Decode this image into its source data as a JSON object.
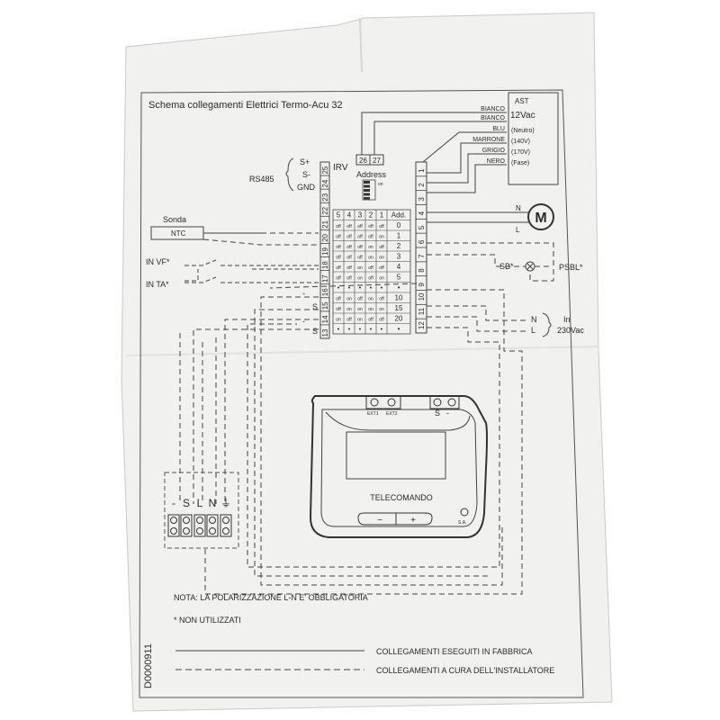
{
  "title": "Schema collegamenti Elettrici Termo-Acu 32",
  "doc_code": "D0000911",
  "ast": {
    "label": "AST",
    "wires": [
      {
        "name": "BIANCO",
        "spec": "12Vac"
      },
      {
        "name": "BIANCO",
        "spec": ""
      },
      {
        "name": "BLU",
        "spec": "(Neutro)"
      },
      {
        "name": "MARRONE",
        "spec": "(140V)"
      },
      {
        "name": "GRIGIO",
        "spec": "(170V)"
      },
      {
        "name": "NERO",
        "spec": "(Fase)"
      }
    ]
  },
  "rs485": {
    "label": "RS485",
    "lines": [
      "S+",
      "S-",
      "GND"
    ],
    "irv": "IRV"
  },
  "terminals": {
    "top": [
      "26",
      "27"
    ],
    "left": [
      "25",
      "24",
      "23",
      "22",
      "21",
      "20",
      "19",
      "18",
      "17",
      "16",
      "15",
      "14",
      "13"
    ],
    "right": [
      "1",
      "2",
      "3",
      "4",
      "5",
      "6",
      "7",
      "8",
      "9",
      "10",
      "11",
      "12"
    ]
  },
  "address": {
    "label": "Address",
    "switch_on": "on",
    "headers": [
      "5",
      "4",
      "3",
      "2",
      "1",
      "Add."
    ],
    "rows": [
      [
        "off",
        "off",
        "off",
        "off",
        "off",
        "0"
      ],
      [
        "off",
        "off",
        "off",
        "off",
        "on",
        "1"
      ],
      [
        "off",
        "off",
        "off",
        "on",
        "off",
        "2"
      ],
      [
        "off",
        "off",
        "off",
        "on",
        "on",
        "3"
      ],
      [
        "off",
        "off",
        "on",
        "off",
        "off",
        "4"
      ],
      [
        "off",
        "off",
        "on",
        "off",
        "on",
        "5"
      ],
      [
        "•",
        "•",
        "•",
        "•",
        "•",
        "•"
      ],
      [
        "off",
        "on",
        "off",
        "on",
        "off",
        "10"
      ],
      [
        "off",
        "on",
        "on",
        "on",
        "on",
        "15"
      ],
      [
        "on",
        "off",
        "on",
        "off",
        "off",
        "20"
      ],
      [
        "•",
        "•",
        "•",
        "•",
        "•",
        "•"
      ]
    ]
  },
  "left_labels": {
    "sonda": "Sonda",
    "ntc": "NTC",
    "in_vf": "IN VF*",
    "in_ta": "IN TA*",
    "s_markers": [
      "S",
      "S"
    ],
    "minus_markers": [
      "-",
      "-"
    ]
  },
  "right_labels": {
    "motor": "M",
    "motor_n": "N",
    "motor_l": "L",
    "sb": "SB*",
    "psbl": "PSBL*",
    "supply_n": "N",
    "supply_l": "L",
    "supply": "In\n230Vac"
  },
  "terminal_block": {
    "labels": [
      "-",
      "S",
      "L",
      "N",
      "⏚"
    ]
  },
  "remote": {
    "label": "TELECOMANDO",
    "ext": [
      "EXT1",
      "EXT2"
    ],
    "s": "S",
    "minus": "-",
    "btn_minus": "−",
    "btn_plus": "+",
    "sa": "S.A."
  },
  "notes": {
    "nota": "NOTA: LA POLARIZZAZIONE L-N E' OBBLIGATORIA",
    "unused": "* NON UTILIZZATI",
    "legend_factory": "COLLEGAMENTI ESEGUITI IN FABBRICA",
    "legend_installer": "COLLEGAMENTI A CURA DELL'INSTALLATORE"
  }
}
